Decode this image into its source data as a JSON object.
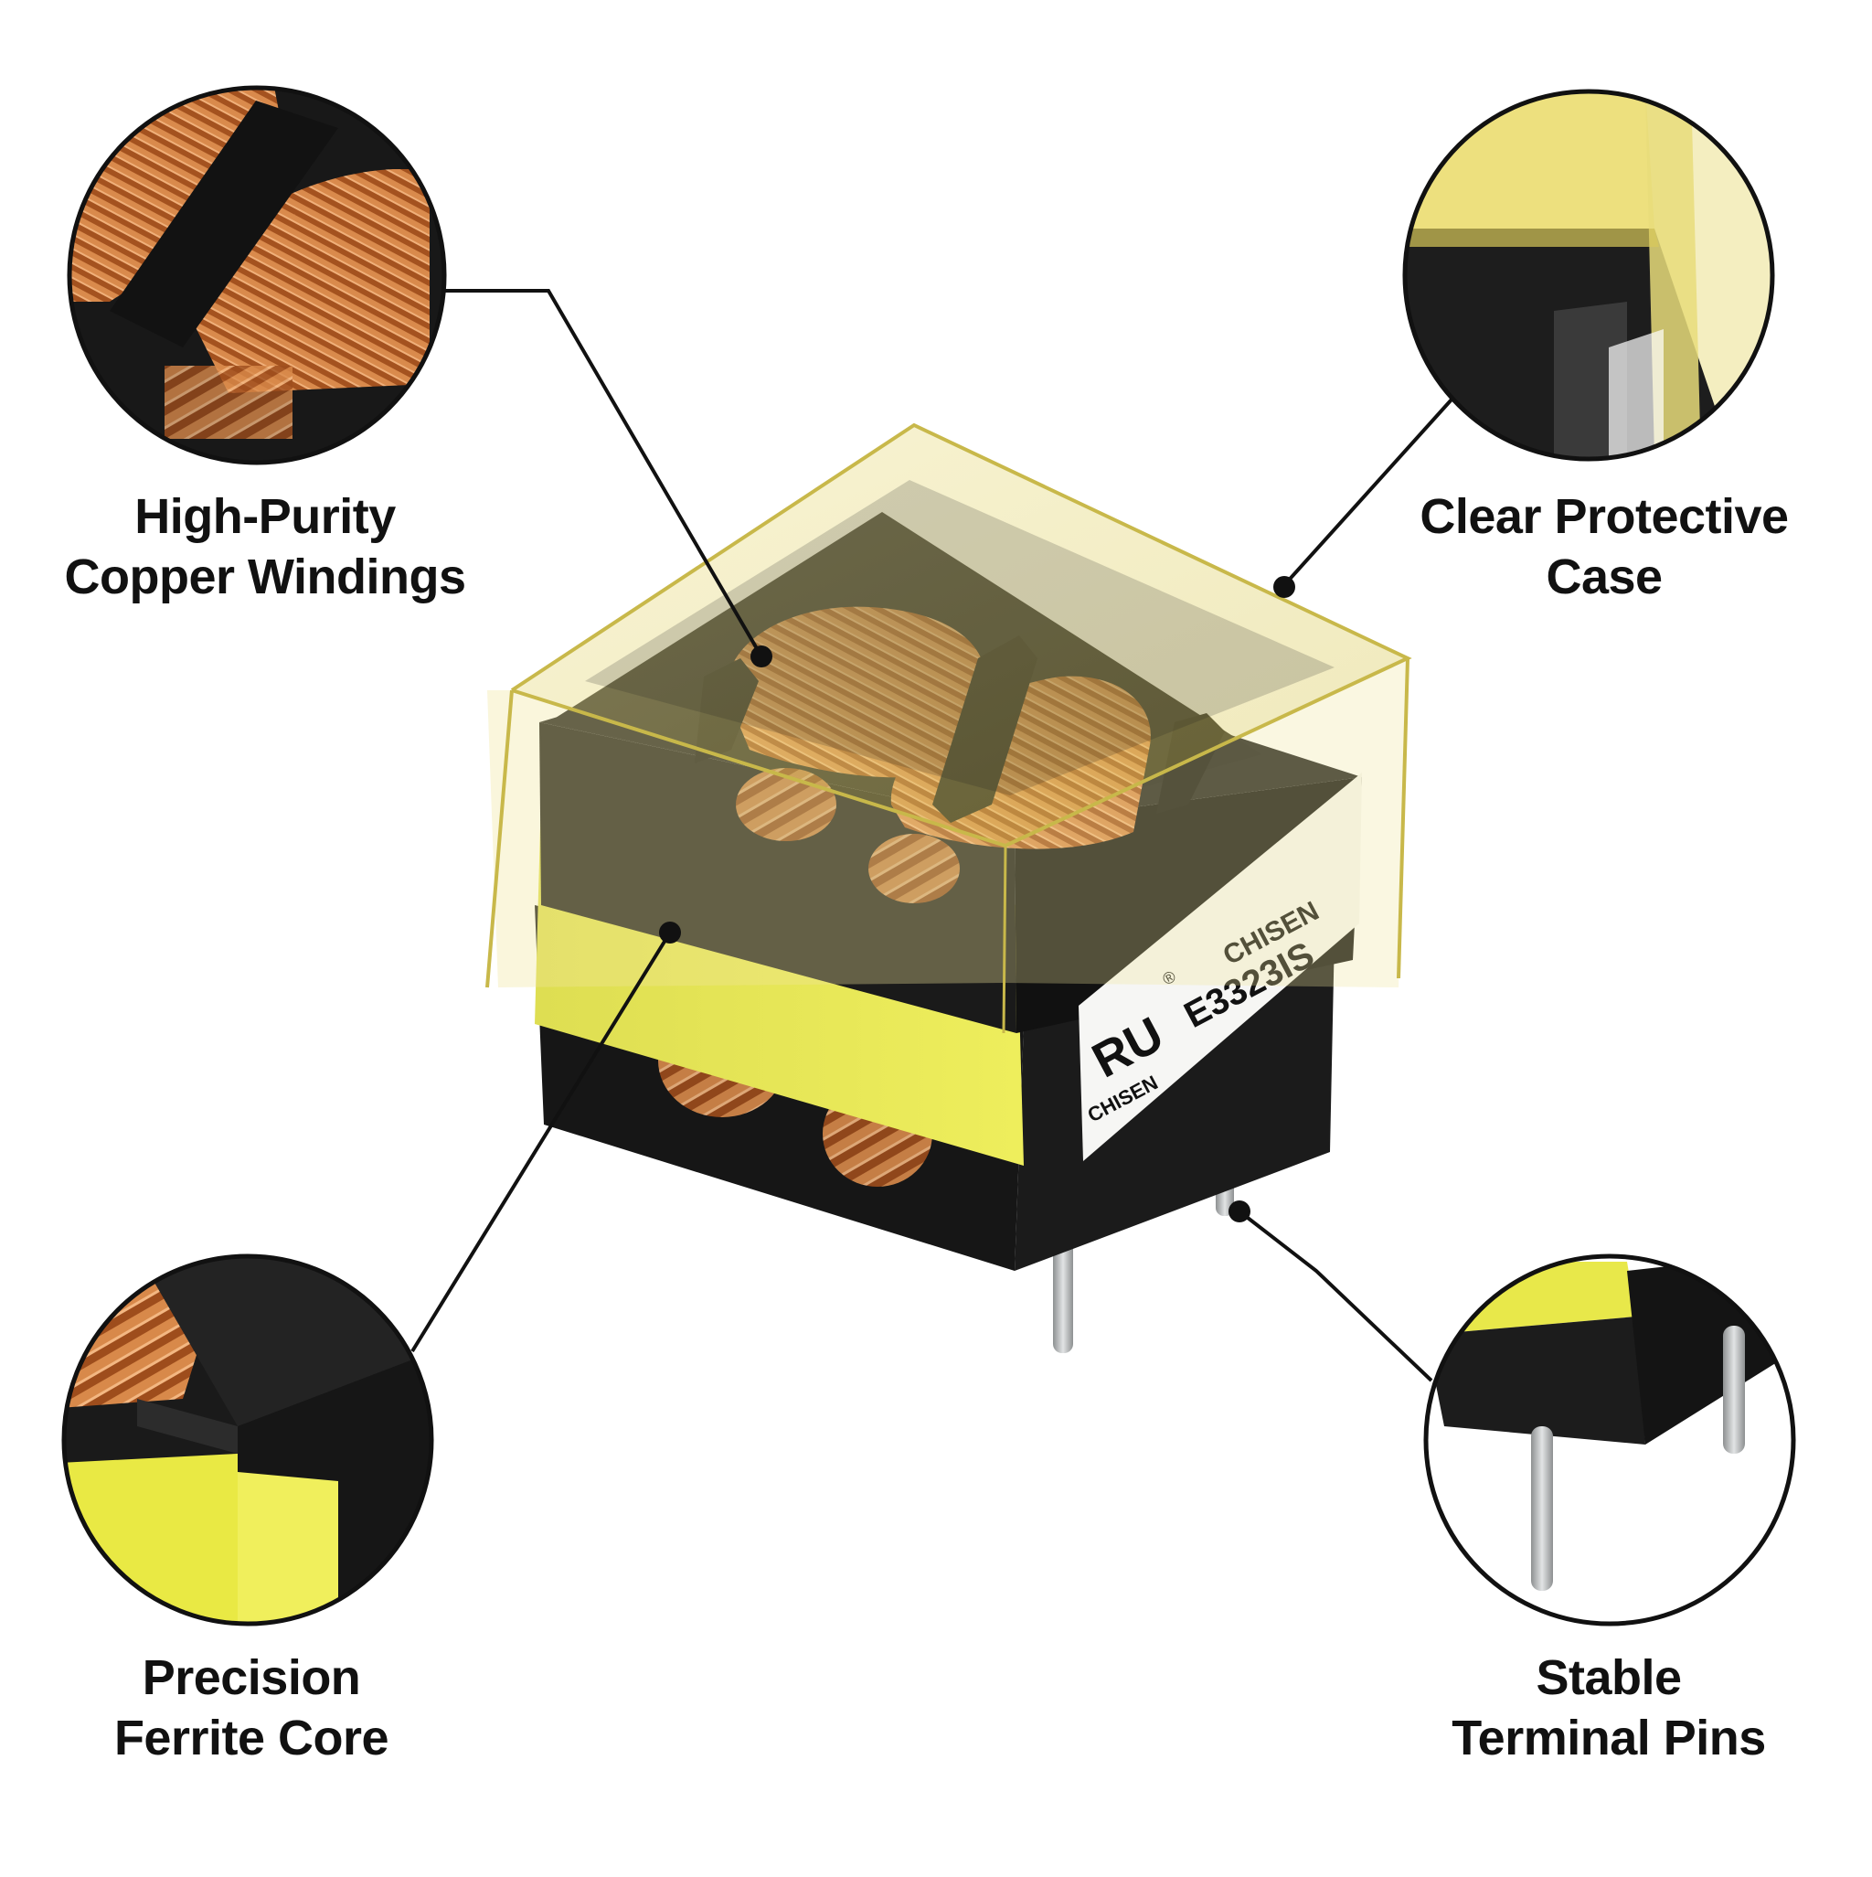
{
  "callouts": {
    "windings": {
      "line1": "High-Purity",
      "line2": "Copper Windings",
      "icon": "copper-coil-closeup"
    },
    "case": {
      "line1": "Clear Protective",
      "line2": "Case",
      "icon": "clear-case-corner-closeup"
    },
    "core": {
      "line1": "Precision",
      "line2": "Ferrite Core",
      "icon": "ferrite-core-closeup"
    },
    "pins": {
      "line1": "Stable",
      "line2": "Terminal Pins",
      "icon": "terminal-pins-closeup"
    }
  },
  "product_label": {
    "mark": "RU",
    "brand_small": "CHISEN",
    "brand": "CHISEN",
    "part": "E3323IS",
    "registered": "®"
  },
  "colors": {
    "copper": "#b8602a",
    "ferrite": "#141414",
    "tape": "#e6e640",
    "case": "#e8dc7a",
    "pin": "#b9bcbd",
    "line": "#111111"
  }
}
